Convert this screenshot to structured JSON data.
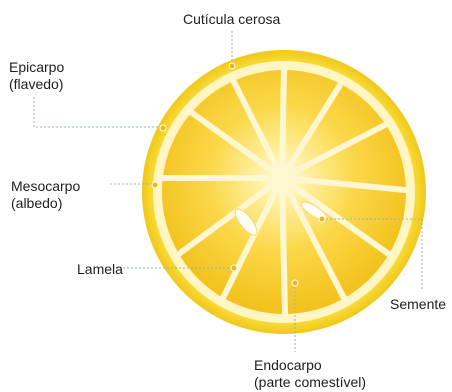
{
  "labels": {
    "cuticula": "Cutícula cerosa",
    "epicarpo_1": "Epicarpo",
    "epicarpo_2": "(flavedo)",
    "mesocarpo_1": "Mesocarpo",
    "mesocarpo_2": "(albedo)",
    "lamela": "Lamela",
    "semente": "Semente",
    "endocarpo_1": "Endocarpo",
    "endocarpo_2": "(parte comestível)"
  },
  "colors": {
    "rind": "#f7d528",
    "albedo": "#fff6c4",
    "pulp_center": "#fffce8",
    "pulp": "#fbd84a",
    "pulp_edge": "#f3c21e",
    "lamella": "#fff7d2",
    "leader": "#8fb6bd",
    "dot": "#e6b81a"
  }
}
